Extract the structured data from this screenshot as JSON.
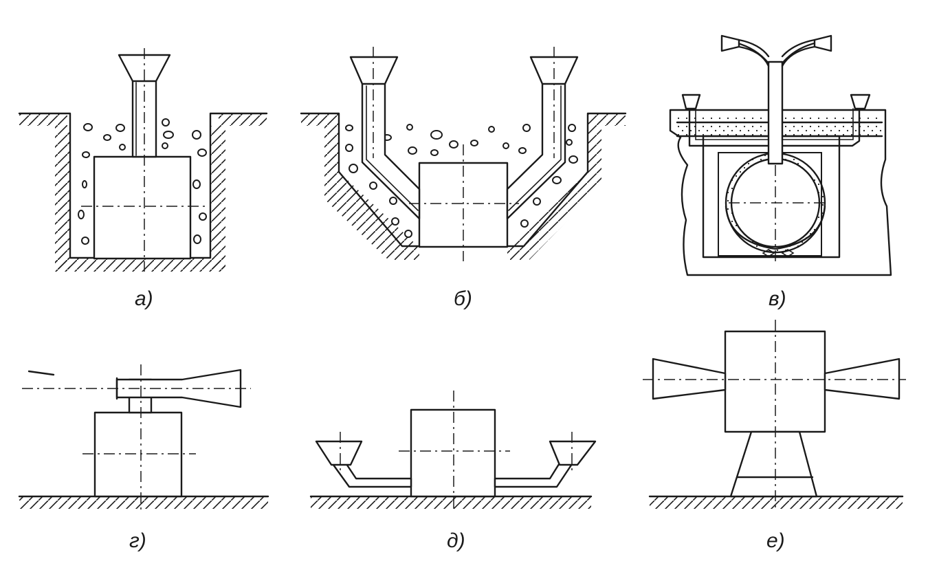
{
  "colors": {
    "ink": "#1a1a1a",
    "paper": "#ffffff"
  },
  "panels": [
    {
      "id": "a",
      "caption": "а)"
    },
    {
      "id": "b",
      "caption": "б)"
    },
    {
      "id": "v",
      "caption": "в)"
    },
    {
      "id": "g",
      "caption": "г)"
    },
    {
      "id": "d",
      "caption": "д)"
    },
    {
      "id": "e",
      "caption": "е)"
    }
  ]
}
